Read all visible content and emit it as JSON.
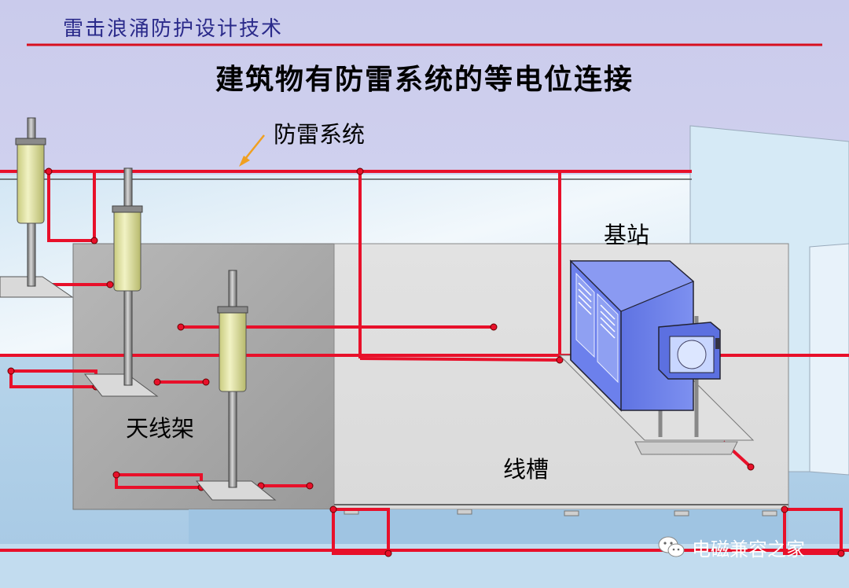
{
  "header": {
    "title": "雷击浪涌防护设计技术"
  },
  "slide": {
    "title": "建筑物有防雷系统的等电位连接"
  },
  "labels": {
    "lightning_system": "防雷系统",
    "base_station": "基站",
    "antenna_mount": "天线架",
    "cable_tray": "线槽"
  },
  "watermark": {
    "text": "电磁兼容之家",
    "icon": "wechat-icon"
  },
  "colors": {
    "conductor": "#e8102a",
    "header_rule": "#d8101f",
    "background": "#cfd0ec",
    "equipment": "#6a7fe8",
    "mast_cylinder": "#e4e6a8",
    "arrow": "#f0a020"
  }
}
